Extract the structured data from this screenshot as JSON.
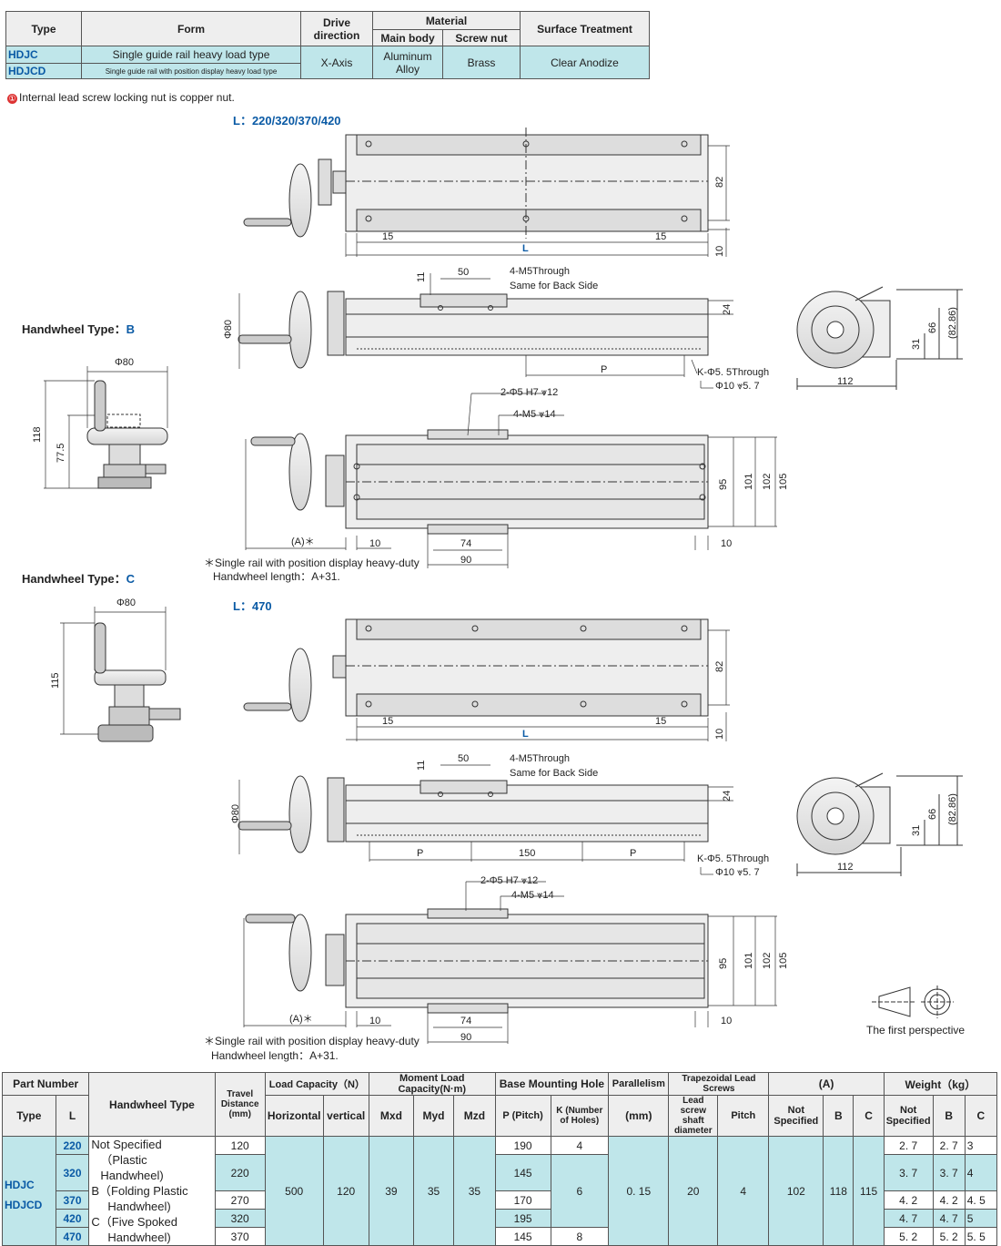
{
  "top_table": {
    "headers": {
      "type": "Type",
      "form": "Form",
      "drive": "Drive direction",
      "material": "Material",
      "main_body": "Main body",
      "screw_nut": "Screw nut",
      "surface": "Surface Treatment"
    },
    "rows": [
      {
        "type": "HDJC",
        "form": "Single guide rail heavy load type"
      },
      {
        "type": "HDJCD",
        "form": "Single guide rail with position display heavy load type"
      }
    ],
    "drive": "X-Axis",
    "main_body": "Aluminum Alloy",
    "screw_nut": "Brass",
    "surface": "Clear Anodize"
  },
  "note": {
    "marker": "①",
    "text": "Internal lead screw locking nut is copper nut."
  },
  "section1_label": "L：220/320/370/420",
  "section2_label": "L：470",
  "handwheel_b_label": "Handwheel Type：",
  "handwheel_b_letter": "B",
  "handwheel_c_label": "Handwheel Type：",
  "handwheel_c_letter": "C",
  "dims": {
    "d15": "15",
    "L": "L",
    "d10": "10",
    "d82": "82",
    "d11": "11",
    "d50": "50",
    "m5through": "4-M5Through",
    "same_back": "Same for Back Side",
    "d24": "24",
    "phi80": "Φ80",
    "P": "P",
    "k_phi": "K-Φ5. 5Through",
    "cbore": "Φ10 ⩔5. 7",
    "d112": "112",
    "d66": "66",
    "d8286": "(82.86)",
    "d31": "31",
    "phi5h7": "2-Φ5 H7 ⩔12",
    "m5_14": "4-M5 ⩔14",
    "d95": "95",
    "d101": "101",
    "d102": "102",
    "d105": "105",
    "A": "(A)＊",
    "d74": "74",
    "d90": "90",
    "d118": "118",
    "d775": "77.5",
    "d115": "115",
    "d150": "150"
  },
  "footnote1": "＊Single rail with position display heavy-duty",
  "footnote2": "Handwheel length：A+31.",
  "perspective": "The first perspective",
  "spec": {
    "headers": {
      "part_number": "Part Number",
      "type": "Type",
      "L": "L",
      "handwheel_type": "Handwheel Type",
      "travel": "Travel Distance (mm)",
      "load_capacity": "Load Capacity（N）",
      "horizontal": "Horizontal",
      "vertical": "vertical",
      "moment": "Moment Load Capacity(N·m)",
      "mxd": "Mxd",
      "myd": "Myd",
      "mzd": "Mzd",
      "base_hole": "Base Mounting Hole",
      "p_pitch": "P (Pitch)",
      "k_num": "K (Number of Holes)",
      "parallelism": "Parallelism",
      "par_unit": "(mm)",
      "trap": "Trapezoidal Lead Screws",
      "shaft": "Lead screw shaft diameter",
      "pitch": "Pitch",
      "A": "(A)",
      "not_spec": "Not Specified",
      "B": "B",
      "C": "C",
      "weight": "Weight（kg）"
    },
    "types": [
      "HDJC",
      "HDJCD"
    ],
    "handwheel_lines": [
      "Not Specified",
      "（Plastic Handwheel)",
      "B（Folding Plastic",
      "Handwheel)",
      "C（Five Spoked",
      "Handwheel)"
    ],
    "rows": [
      {
        "L": "220",
        "travel": "120",
        "p": "190",
        "k": "4",
        "w_ns": "2. 7",
        "w_b": "2. 7",
        "w_c": "3"
      },
      {
        "L": "320",
        "travel": "220",
        "p": "145",
        "k": "6",
        "w_ns": "3. 7",
        "w_b": "3. 7",
        "w_c": "4"
      },
      {
        "L": "370",
        "travel": "270",
        "p": "170",
        "k": "",
        "w_ns": "4. 2",
        "w_b": "4. 2",
        "w_c": "4. 5"
      },
      {
        "L": "420",
        "travel": "320",
        "p": "195",
        "k": "",
        "w_ns": "4. 7",
        "w_b": "4. 7",
        "w_c": "5"
      },
      {
        "L": "470",
        "travel": "370",
        "p": "145",
        "k": "8",
        "w_ns": "5. 2",
        "w_b": "5. 2",
        "w_c": "5. 5"
      }
    ],
    "horizontal": "500",
    "vertical": "120",
    "mxd": "39",
    "myd": "35",
    "mzd": "35",
    "parallelism": "0. 15",
    "shaft": "20",
    "pitch": "4",
    "a_ns": "102",
    "a_b": "118",
    "a_c": "115"
  }
}
